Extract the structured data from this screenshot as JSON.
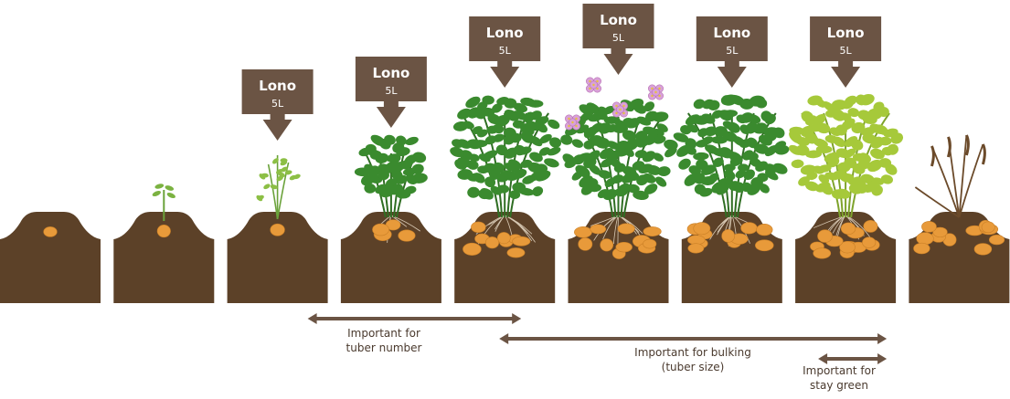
{
  "product_label": {
    "name": "Lono",
    "volume": "5L"
  },
  "stages": [
    {
      "stage": 1,
      "application": false
    },
    {
      "stage": 2,
      "application": false
    },
    {
      "stage": 3,
      "application": true
    },
    {
      "stage": 4,
      "application": true
    },
    {
      "stage": 5,
      "application": true
    },
    {
      "stage": 6,
      "application": true
    },
    {
      "stage": 7,
      "application": true
    },
    {
      "stage": 8,
      "application": true
    },
    {
      "stage": 9,
      "application": false
    }
  ],
  "ranges": [
    {
      "lines": [
        "Important for",
        "tuber number"
      ],
      "from_stage": 3,
      "to_stage": 5
    },
    {
      "lines": [
        "Important for bulking",
        "(tuber size)"
      ],
      "from_stage": 5,
      "to_stage": 8
    },
    {
      "lines": [
        "Important for",
        "stay green"
      ],
      "from_stage": 8,
      "to_stage": 8
    }
  ],
  "colors": {
    "soil": "#5c4128",
    "box": "#6b5444",
    "tuber": "#e89a3a",
    "leaf": "#3a8a2e",
    "leaf_yellow": "#a6c93a",
    "flower": "#d9a1d8",
    "dead": "#6b4a2a",
    "arrow": "#6b5444"
  }
}
